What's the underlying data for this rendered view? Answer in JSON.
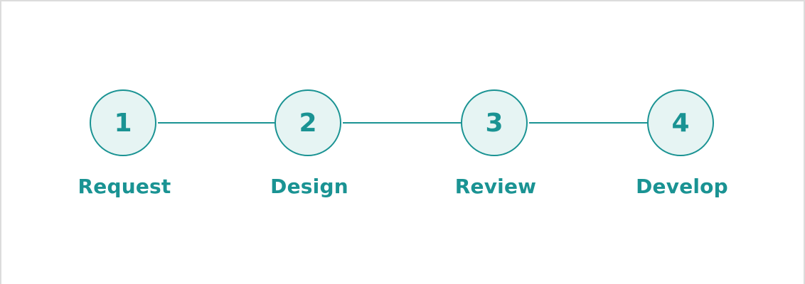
{
  "accent_color": "#1a9393",
  "steps": [
    {
      "number": "1",
      "label": "Request"
    },
    {
      "number": "2",
      "label": "Design"
    },
    {
      "number": "3",
      "label": "Review"
    },
    {
      "number": "4",
      "label": "Develop"
    }
  ]
}
